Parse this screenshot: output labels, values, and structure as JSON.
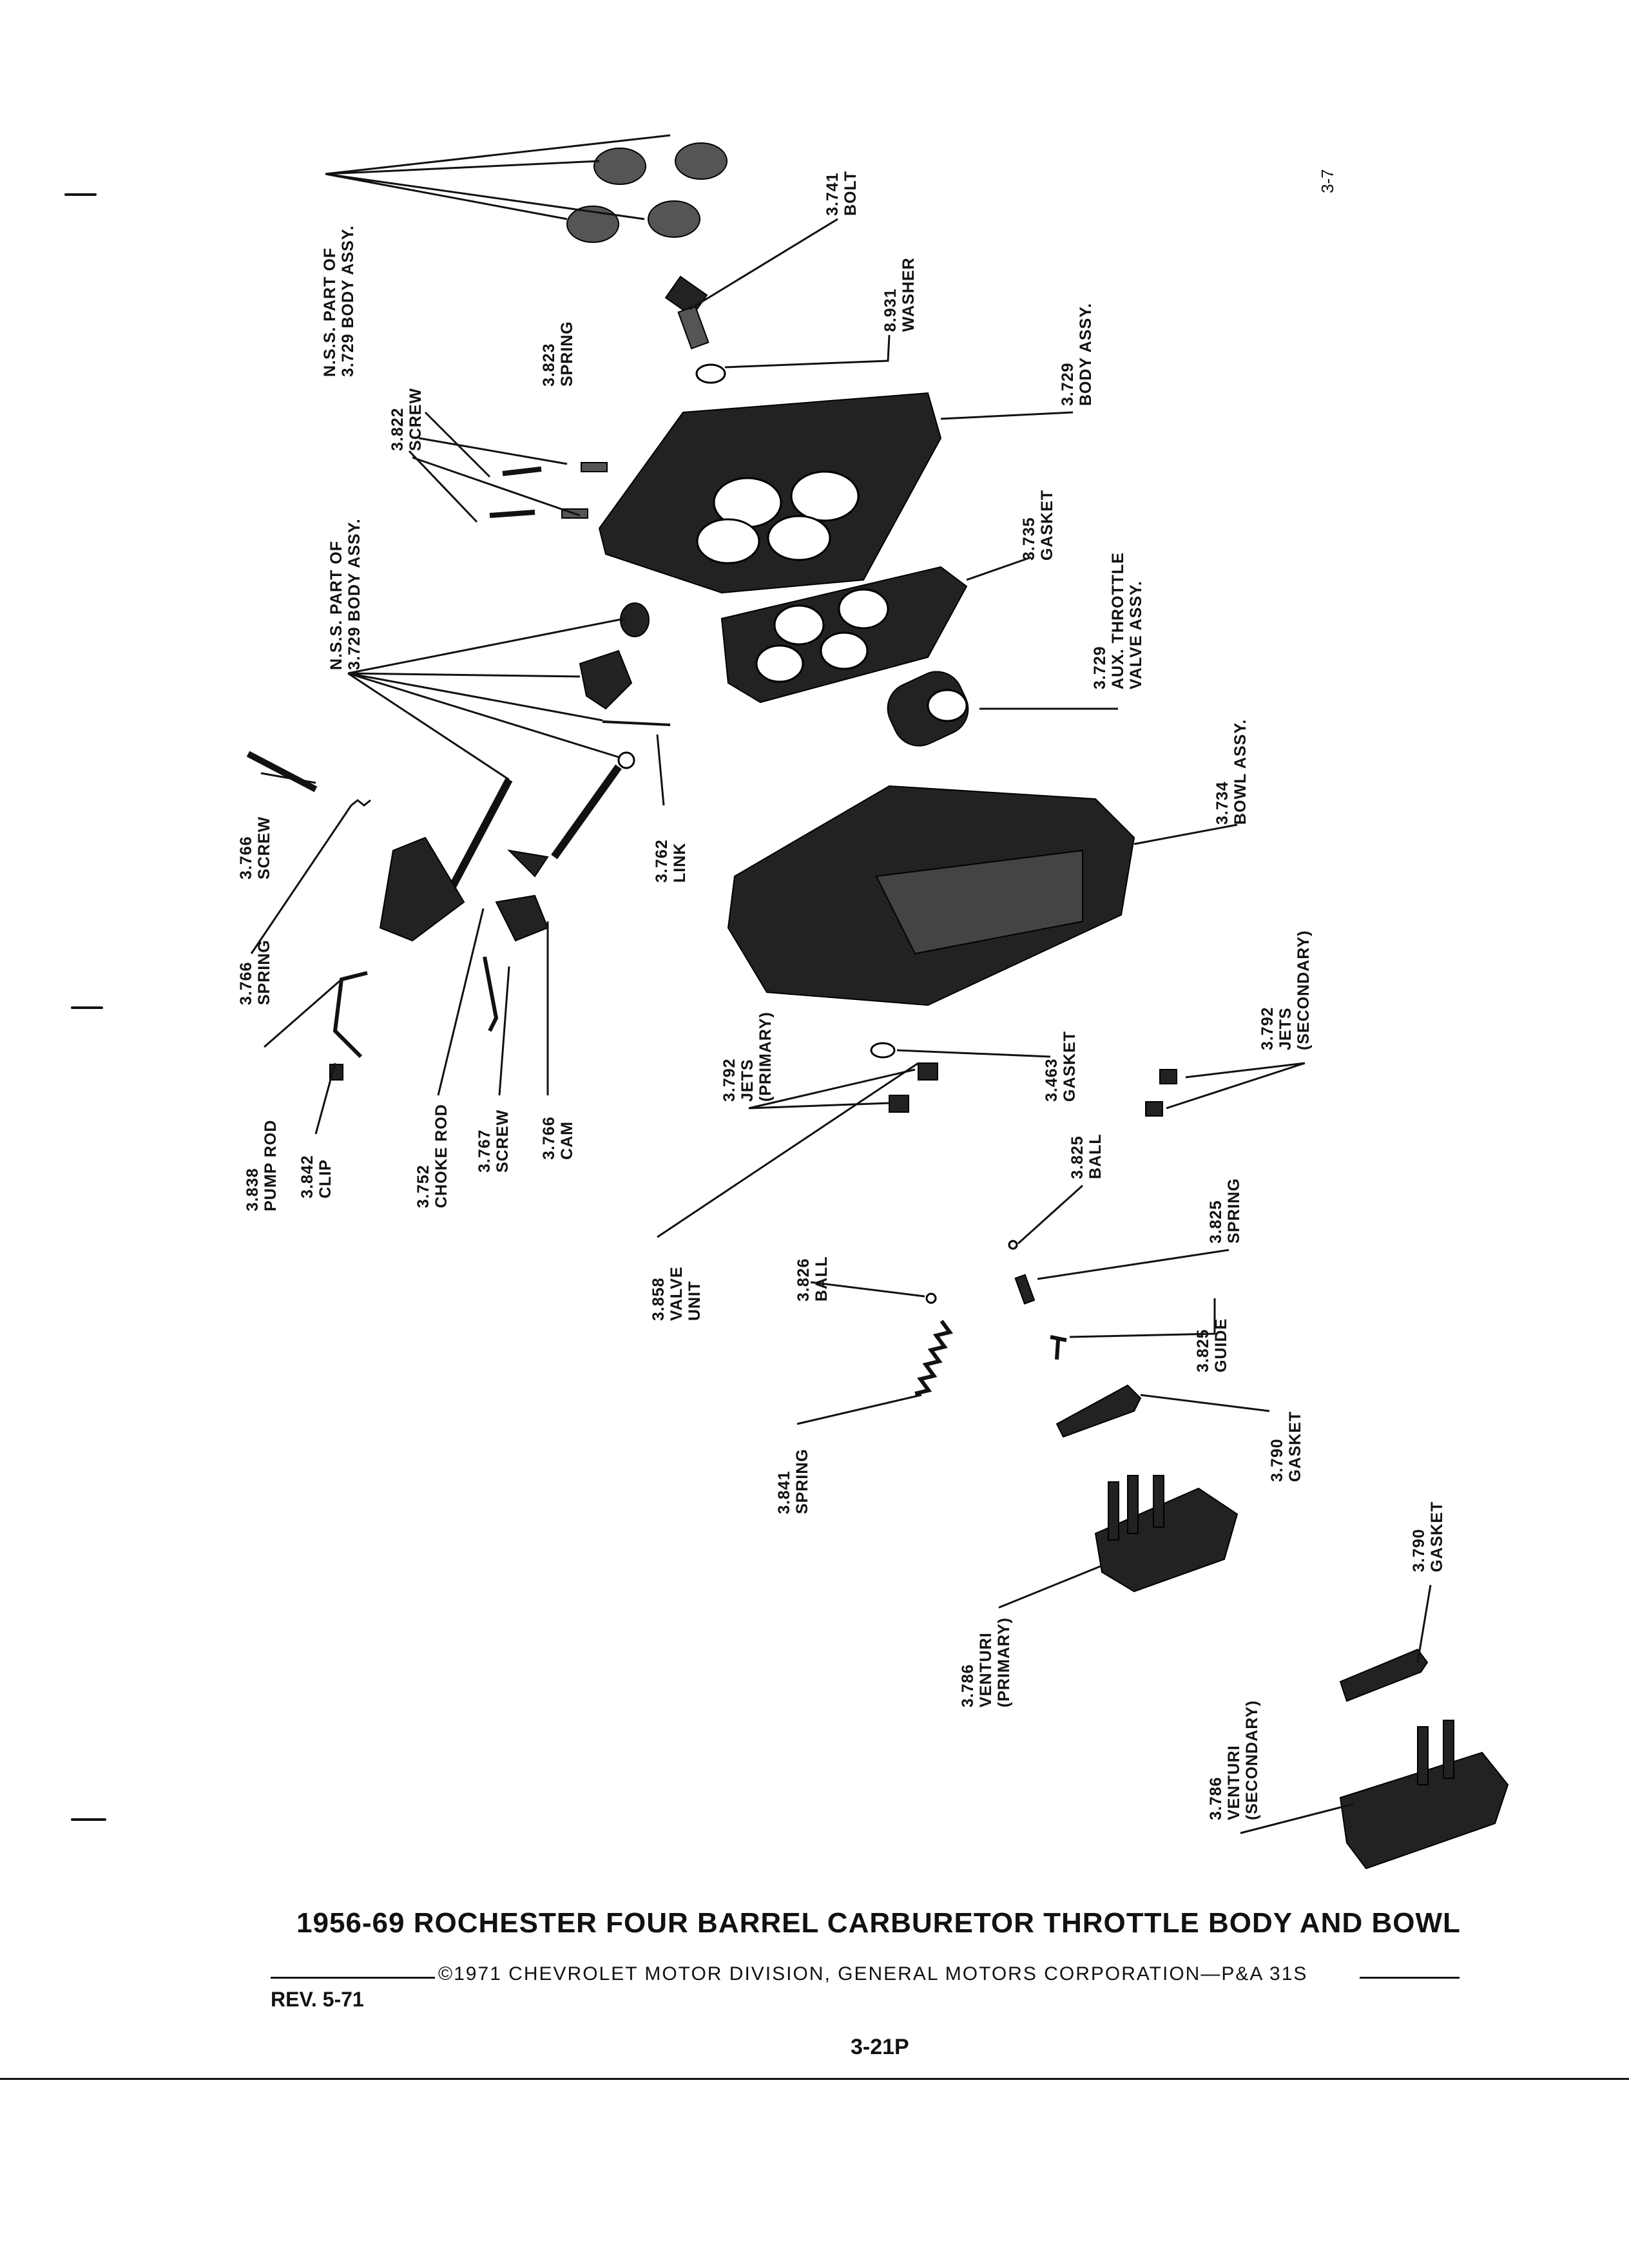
{
  "title": "1956-69 ROCHESTER FOUR BARREL CARBURETOR THROTTLE BODY AND BOWL",
  "copyright": "©1971 CHEVROLET MOTOR DIVISION, GENERAL MOTORS CORPORATION—P&A 31S",
  "revision": "REV. 5-71",
  "page_number": "3-21P",
  "side_page_ref": "3-7",
  "labels": {
    "bolt": [
      "3.741",
      "BOLT"
    ],
    "washer": [
      "8.931",
      "WASHER"
    ],
    "body_assy": [
      "3.729",
      "BODY ASSY."
    ],
    "nss_top": [
      "N.S.S. PART OF",
      "3.729 BODY ASSY."
    ],
    "spring_3823": [
      "3.823",
      "SPRING"
    ],
    "screw_3822": [
      "3.822",
      "SCREW"
    ],
    "nss_mid": [
      "N.S.S. PART OF",
      "3.729 BODY ASSY."
    ],
    "gasket_3735": [
      "3.735",
      "GASKET"
    ],
    "aux_throttle": [
      "3.729",
      "AUX. THROTTLE",
      "VALVE ASSY."
    ],
    "bowl_assy": [
      "3.734",
      "BOWL ASSY."
    ],
    "link": [
      "3.762",
      "LINK"
    ],
    "screw_3766": [
      "3.766",
      "SCREW"
    ],
    "spring_3766": [
      "3.766",
      "SPRING"
    ],
    "pump_rod": [
      "3.838",
      "PUMP ROD"
    ],
    "clip": [
      "3.842",
      "CLIP"
    ],
    "choke_rod": [
      "3.752",
      "CHOKE ROD"
    ],
    "screw_3767": [
      "3.767",
      "SCREW"
    ],
    "cam": [
      "3.766",
      "CAM"
    ],
    "gasket_3463": [
      "3.463",
      "GASKET"
    ],
    "jets_primary": [
      "3.792",
      "JETS",
      "(PRIMARY)"
    ],
    "jets_secondary": [
      "3.792",
      "JETS",
      "(SECONDARY)"
    ],
    "ball_3825": [
      "3.825",
      "BALL"
    ],
    "spring_3825": [
      "3.825",
      "SPRING"
    ],
    "valve_unit": [
      "3.858",
      "VALVE",
      "UNIT"
    ],
    "ball_3826": [
      "3.826",
      "BALL"
    ],
    "guide": [
      "3.825",
      "GUIDE"
    ],
    "spring_3841": [
      "3.841",
      "SPRING"
    ],
    "gasket_3790a": [
      "3.790",
      "GASKET"
    ],
    "gasket_3790b": [
      "3.790",
      "GASKET"
    ],
    "venturi_primary": [
      "3.786",
      "VENTURI",
      "(PRIMARY)"
    ],
    "venturi_secondary": [
      "3.786",
      "VENTURI",
      "(SECONDARY)"
    ]
  }
}
